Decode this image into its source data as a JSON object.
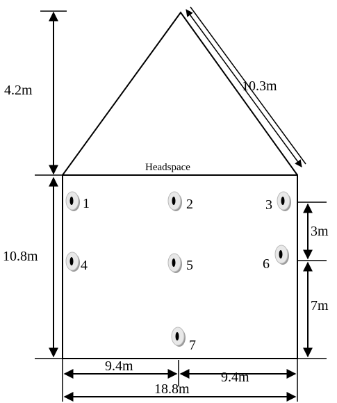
{
  "dimensions": {
    "roof_height": "4.2m",
    "roof_slope": "10.3m",
    "wall_height": "10.8m",
    "sensor_spacing_upper": "3m",
    "sensor_spacing_lower": "7m",
    "half_width_left": "9.4m",
    "half_width_right": "9.4m",
    "total_width": "18.8m"
  },
  "labels": {
    "headspace": "Headspace"
  },
  "sensors": [
    {
      "id": "1"
    },
    {
      "id": "2"
    },
    {
      "id": "3"
    },
    {
      "id": "4"
    },
    {
      "id": "5"
    },
    {
      "id": "6"
    },
    {
      "id": "7"
    }
  ],
  "colors": {
    "line": "#000000",
    "sensor_fill": "#e8e8e8",
    "sensor_shadow": "#9a9a9a"
  }
}
